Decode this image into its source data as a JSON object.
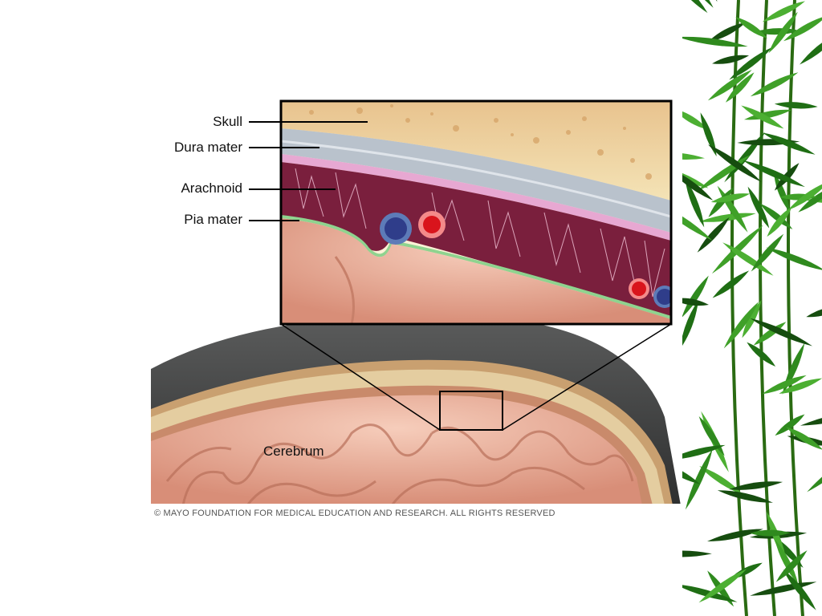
{
  "diagram": {
    "labels": {
      "skull": "Skull",
      "dura": "Dura mater",
      "arachnoid": "Arachnoid",
      "pia": "Pia mater",
      "cerebrum": "Cerebrum"
    },
    "copyright": "© MAYO FOUNDATION FOR MEDICAL EDUCATION AND RESEARCH. ALL RIGHTS RESERVED"
  },
  "colors": {
    "skull": "#f1dfae",
    "dura": "#b9c2cc",
    "arachnoid": "#7a1f3d",
    "pia": "#8fd38f",
    "brain": "#efb6a0",
    "bamboo": "#2f8a1e"
  },
  "decoration": {
    "side_art": "bamboo-leaves"
  }
}
